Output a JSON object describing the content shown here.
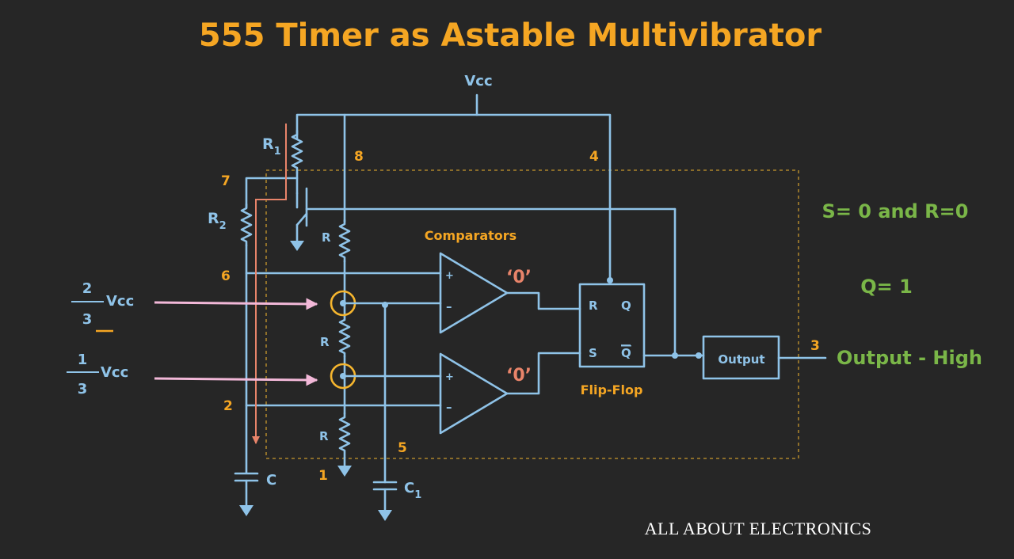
{
  "title": "555 Timer as Astable Multivibrator",
  "colors": {
    "background": "#262626",
    "wire": "#8fc3e8",
    "title": "#f5a623",
    "pin": "#f5a623",
    "status": "#7ab648",
    "zero": "#e8846a",
    "current_arrow": "#e8846a",
    "input_arrow": "#f2b8d8",
    "brand": "#ffffff"
  },
  "supply": {
    "label": "Vcc"
  },
  "pins": {
    "p1": "1",
    "p2": "2",
    "p3": "3",
    "p4": "4",
    "p5": "5",
    "p6": "6",
    "p7": "7",
    "p8": "8"
  },
  "components": {
    "r1_main": "R",
    "r1_sub": "1",
    "r2_main": "R",
    "r2_sub": "2",
    "divider_r": "R",
    "cap_c": "C",
    "c1_main": "C",
    "c1_sub": "1"
  },
  "blocks": {
    "comparators": "Comparators",
    "flipflop": "Flip-Flop",
    "output": "Output",
    "ff_r": "R",
    "ff_q": "Q",
    "ff_s": "S",
    "ff_qbar": "Q"
  },
  "comparator_outputs": {
    "upper": "‘0’",
    "lower": "‘0’"
  },
  "thresholds": {
    "upper": {
      "num": "2",
      "den": "3",
      "unit": "Vcc"
    },
    "lower": {
      "num": "1",
      "den": "3",
      "unit": "Vcc"
    }
  },
  "status": {
    "sr": "S= 0 and R=0",
    "q": "Q= 1",
    "output": "Output - High"
  },
  "brand": "ALL ABOUT ELECTRONICS"
}
